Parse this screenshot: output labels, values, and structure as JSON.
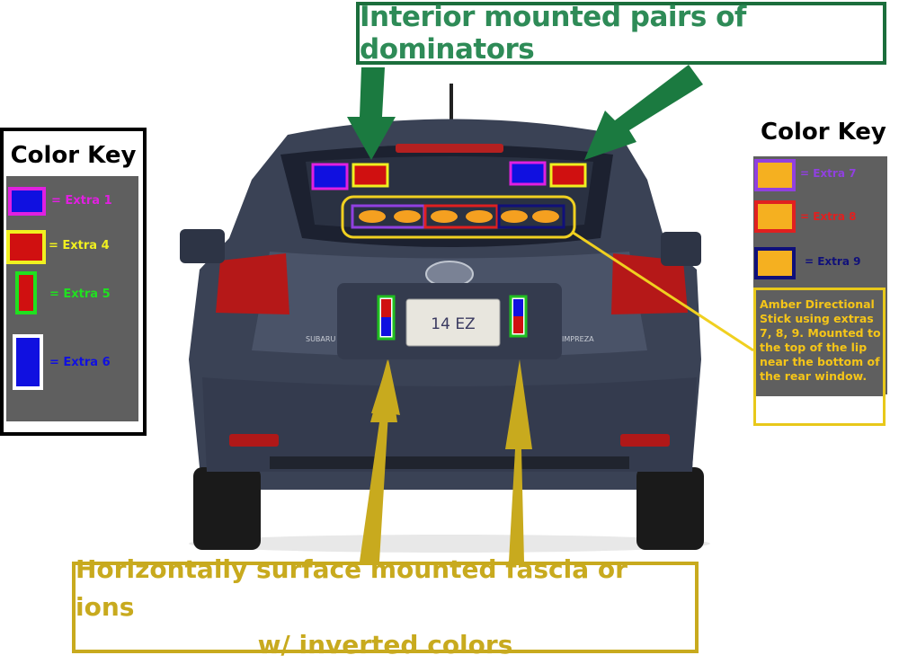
{
  "top_callout": {
    "text": "Interior mounted pairs of dominators"
  },
  "left_key": {
    "title": "Color Key",
    "items": [
      {
        "label": "= Extra 1",
        "fill": "#1010e0",
        "border": "#e020e0",
        "text_color": "#e020e0"
      },
      {
        "label": "= Extra 4",
        "fill": "#d01010",
        "border": "#f0f020",
        "text_color": "#f0f020"
      },
      {
        "label": "= Extra 5",
        "fill": "#d01010",
        "border": "#20e020",
        "text_color": "#20e020"
      },
      {
        "label": "= Extra 6",
        "fill": "#1010e0",
        "border": "#ffffff",
        "text_color": "#1010e0"
      }
    ]
  },
  "right_key": {
    "title": "Color Key",
    "items": [
      {
        "label": "= Extra 7",
        "fill": "#f5b020",
        "border": "#9040e0",
        "text_color": "#9040e0"
      },
      {
        "label": "= Extra 8",
        "fill": "#f5b020",
        "border": "#e02020",
        "text_color": "#e02020"
      },
      {
        "label": "= Extra 9",
        "fill": "#f5b020",
        "border": "#10107a",
        "text_color": "#10107a"
      }
    ],
    "note": "Amber Directional Stick using extras 7, 8, 9. Mounted to the top of the lip near the bottom of the rear window."
  },
  "vehicle": {
    "plate": "14 EZ",
    "badge_left": "SUBARU",
    "badge_right": "IMPREZA"
  },
  "bottom_callout": {
    "line1": "Horizontally surface mounted fascia or ions",
    "line2": "w/ inverted colors"
  },
  "colors": {
    "green_arrow": "#1b7a40",
    "gold_arrow": "#c8aa1e",
    "yellow_line": "#f0d020"
  }
}
